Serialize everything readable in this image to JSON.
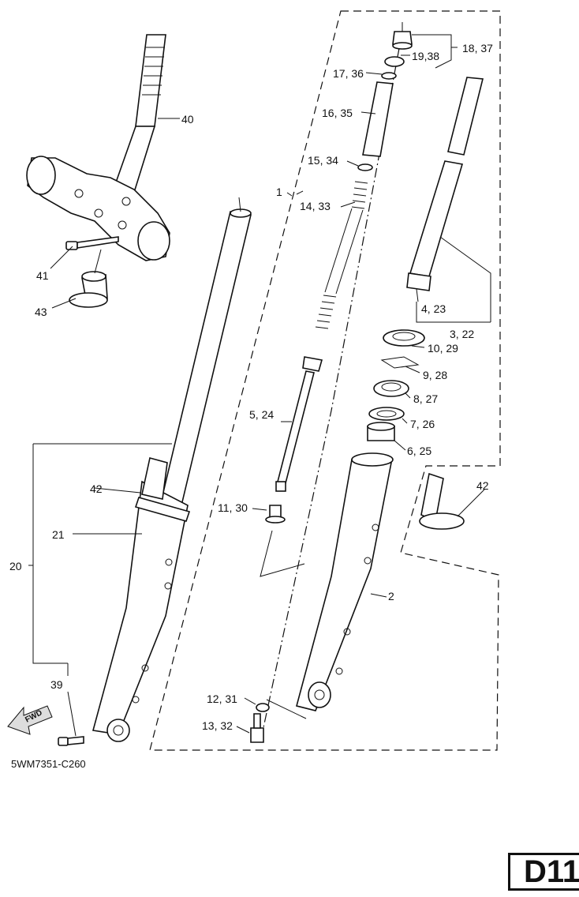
{
  "diagram_code": "5WM7351-C260",
  "page_code": "D11",
  "fwd_label": "FWD",
  "callouts": {
    "c1": "1",
    "c2": "2",
    "c3_22": "3, 22",
    "c4_23": "4, 23",
    "c6_25": "6, 25",
    "c7_26": "7, 26",
    "c8_27": "8, 27",
    "c9_28": "9, 28",
    "c10_29": "10, 29",
    "c5_24": "5, 24",
    "c11_30": "11, 30",
    "c12_31": "12, 31",
    "c13_32": "13, 32",
    "c14_33": "14, 33",
    "c15_34": "15, 34",
    "c16_35": "16, 35",
    "c17_36": "17, 36",
    "c18_37": "18, 37",
    "c19_38": "19,38",
    "c20": "20",
    "c21": "21",
    "c39": "39",
    "c40": "40",
    "c41": "41",
    "c42a": "42",
    "c42b": "42",
    "c43": "43"
  }
}
